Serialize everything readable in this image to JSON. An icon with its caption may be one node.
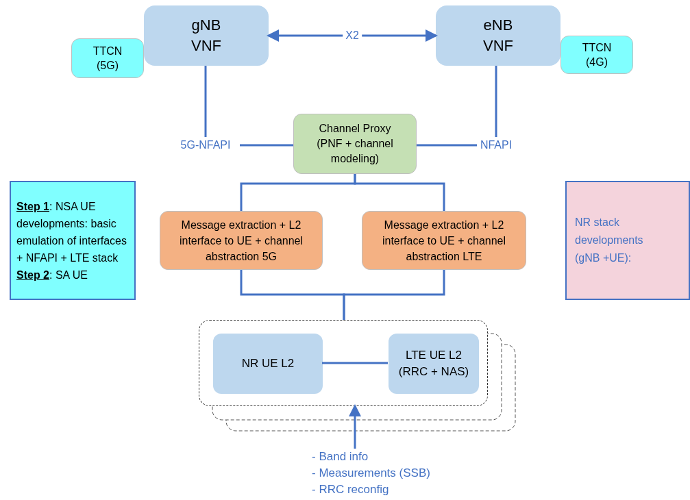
{
  "diagram": {
    "nodes": [
      {
        "text": [
          "gNB VNF"
        ]
      },
      {
        "text": [
          "TTCN (5G)"
        ]
      },
      {
        "text": [
          "eNB VNF"
        ]
      },
      {
        "text": [
          "TTCN (4G)"
        ]
      },
      {
        "text": [
          "Channel Proxy (PNF + channel modeling)"
        ]
      },
      {
        "text": [
          "5G-NFAPI"
        ]
      },
      {
        "text": [
          "NFAPI"
        ]
      },
      {
        "text": [
          "**Step 1**: NSA UE developments: basic emulation of interfaces + NFAPI + LTE stack",
          "**Step 2**: SA UE"
        ]
      },
      {
        "text": [
          "NR stack developments (gNB +UE):"
        ]
      },
      {
        "text": [
          "Message extraction + L2 interface to UE + channel abstraction 5G"
        ]
      },
      {
        "text": [
          "Message extraction + L2 interface to UE + channel abstraction LTE"
        ]
      },
      {
        "text": [],
        "shape": "box"
      },
      {
        "text": [
          "NR UE L2"
        ],
        "in": 11
      },
      {
        "text": [
          "LTE UE L2 (RRC + NAS)"
        ],
        "in": 11
      },
      {
        "text": [
          "- Band info",
          "- Measurements (SSB)",
          "- RRC reconfig"
        ]
      }
    ],
    "edges": [
      {
        "from": 0,
        "to": 2,
        "arrow": "both",
        "label": "X2"
      },
      {
        "from": 0,
        "to": 5,
        "arrow": "none"
      },
      {
        "from": 5,
        "to": 4,
        "arrow": "none"
      },
      {
        "from": 2,
        "to": 6,
        "arrow": "none"
      },
      {
        "from": 6,
        "to": 4,
        "arrow": "none"
      },
      {
        "from": 4,
        "to": 9,
        "arrow": "none"
      },
      {
        "from": 4,
        "to": 10,
        "arrow": "none"
      },
      {
        "from": 9,
        "to": 11,
        "arrow": "none"
      },
      {
        "from": 10,
        "to": 11,
        "arrow": "none"
      },
      {
        "from": 12,
        "to": 13,
        "arrow": "none"
      },
      {
        "from": 14,
        "to": 11,
        "arrow": "to"
      }
    ]
  }
}
